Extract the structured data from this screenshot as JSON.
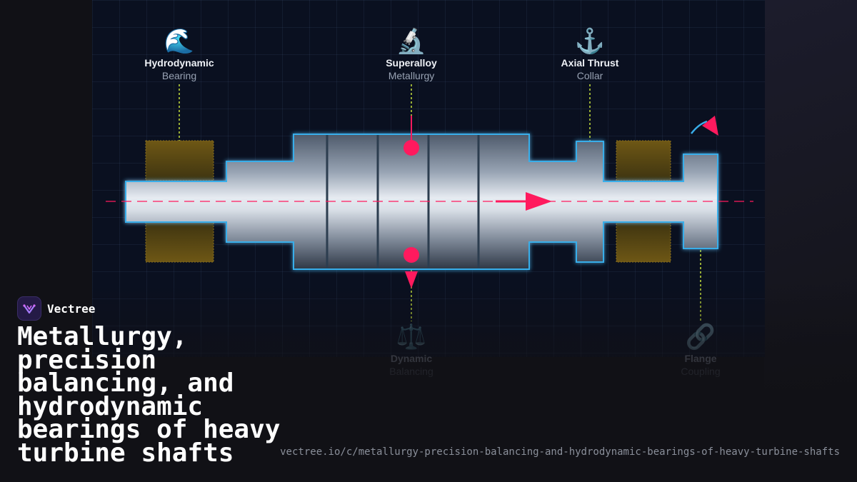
{
  "brand": {
    "name": "Vectree",
    "logo_icon": "vectree-logo-icon"
  },
  "title": "Metallurgy, precision balancing, and hydrodynamic bearings of heavy turbine shafts",
  "url": "vectree.io/c/metallurgy-precision-balancing-and-hydrodynamic-bearings-of-heavy-turbine-shafts",
  "diagram": {
    "labels": {
      "hydrodynamic": {
        "icon": "🌊",
        "icon_name": "wave-icon",
        "line1": "Hydrodynamic",
        "line2": "Bearing"
      },
      "superalloy": {
        "icon": "🔬",
        "icon_name": "microscope-icon",
        "line1": "Superalloy",
        "line2": "Metallurgy"
      },
      "axial": {
        "icon": "⚓",
        "icon_name": "anchor-icon",
        "line1": "Axial Thrust",
        "line2": "Collar"
      },
      "balancing": {
        "icon": "⚖️",
        "icon_name": "scales-icon",
        "line1": "Dynamic",
        "line2": "Balancing"
      },
      "flange": {
        "icon": "🔗",
        "icon_name": "link-icon",
        "line1": "Flange",
        "line2": "Coupling"
      }
    }
  },
  "colors": {
    "background": "#111116",
    "diagram_bg": "#0a1020",
    "shaft_outline": "#39aeea",
    "accent_red": "#ff1a5e",
    "bearing_fill": "#6b5515",
    "leader_line": "#c4e03a"
  }
}
